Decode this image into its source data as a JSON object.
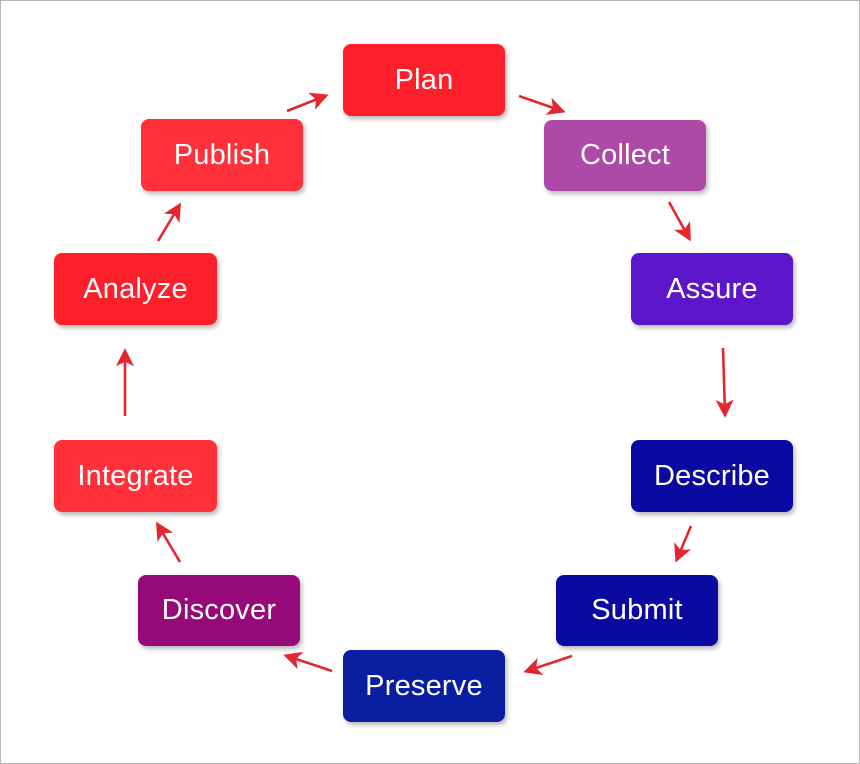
{
  "diagram": {
    "stages": [
      {
        "label": "Plan",
        "color": "#ff1f2a"
      },
      {
        "label": "Collect",
        "color": "#ad4aa8"
      },
      {
        "label": "Assure",
        "color": "#5d15cc"
      },
      {
        "label": "Describe",
        "color": "#0a0aa3"
      },
      {
        "label": "Submit",
        "color": "#0a0aa3"
      },
      {
        "label": "Preserve",
        "color": "#0a1ea2"
      },
      {
        "label": "Discover",
        "color": "#950a78"
      },
      {
        "label": "Integrate",
        "color": "#ff303a"
      },
      {
        "label": "Analyze",
        "color": "#ff1f2a"
      },
      {
        "label": "Publish",
        "color": "#ff303a"
      }
    ],
    "arrow_color": "#e3262f",
    "flow": "clockwise cycle"
  }
}
